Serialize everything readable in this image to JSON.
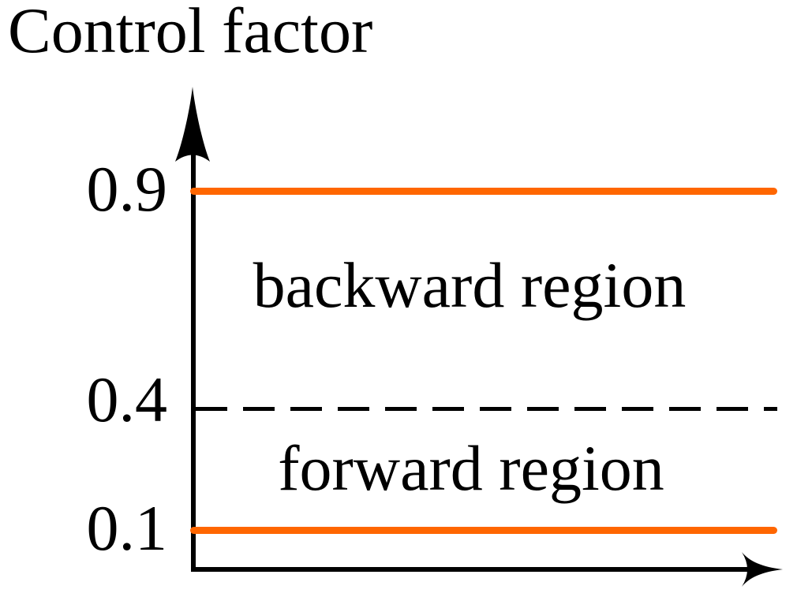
{
  "title": "Control factor",
  "y_axis": {
    "name": "control-factor-axis",
    "ticks": [
      {
        "label": "0.9",
        "value": 0.9
      },
      {
        "label": "0.4",
        "value": 0.4
      },
      {
        "label": "0.1",
        "value": 0.1
      }
    ]
  },
  "x_axis": {
    "label": ""
  },
  "regions": [
    {
      "label": "backward region",
      "between": [
        0.4,
        0.9
      ]
    },
    {
      "label": "forward region",
      "between": [
        0.1,
        0.4
      ]
    }
  ],
  "lines": [
    {
      "name": "upper-threshold",
      "value": 0.9,
      "style": "solid",
      "color": "#FF6600"
    },
    {
      "name": "mid-boundary",
      "value": 0.4,
      "style": "dashed",
      "color": "#000000"
    },
    {
      "name": "lower-threshold",
      "value": 0.1,
      "style": "solid",
      "color": "#FF6600"
    }
  ],
  "icons": {
    "up_arrow": "arrow-up-icon",
    "right_arrow": "arrow-right-icon"
  },
  "colors": {
    "accent_orange": "#FF6600",
    "ink": "#000000",
    "background": "#FFFFFF"
  }
}
